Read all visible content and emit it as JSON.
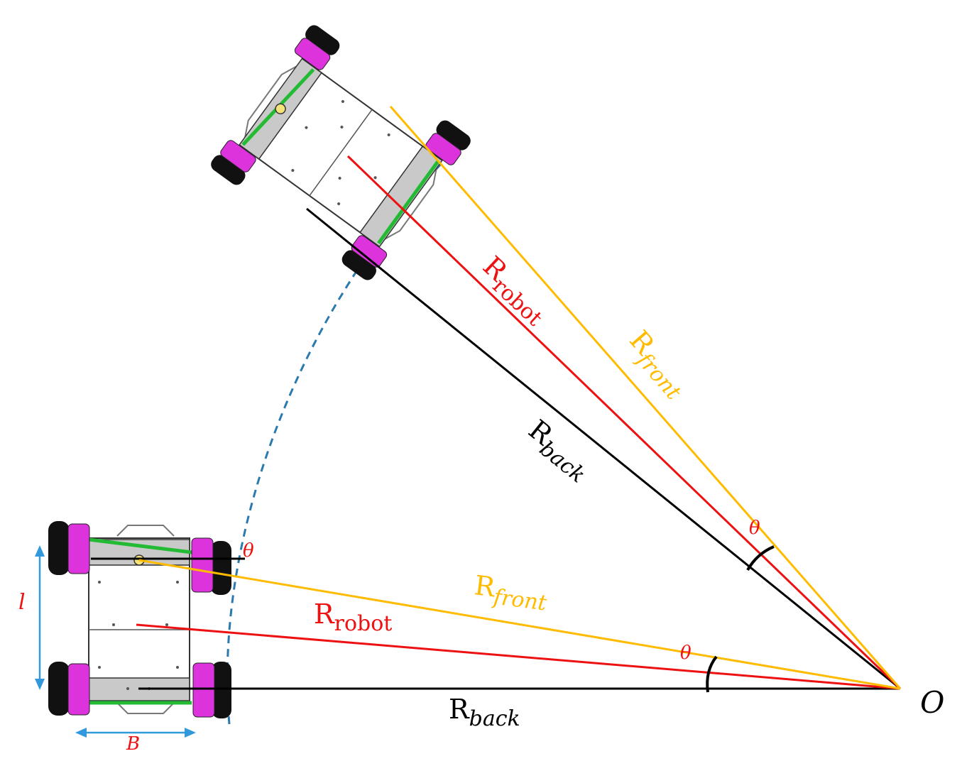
{
  "colors": {
    "back": "#000000",
    "robot": "#ee1111",
    "front": "#ffbb00",
    "arc": "#2a7ab0",
    "dimension": "#3399dd",
    "wheel_hub": "#dd33dd",
    "wheel_tire": "#111111",
    "frame_green": "#22bb33",
    "chassis_gray": "#c9c9c9"
  },
  "labels": {
    "top": {
      "robot": {
        "main": "R",
        "sub": "robot"
      },
      "front": {
        "main": "R",
        "sub": "front"
      },
      "back": {
        "main": "R",
        "sub": "back"
      },
      "theta": "θ"
    },
    "bottom": {
      "robot": {
        "main": "R",
        "sub": "robot"
      },
      "front": {
        "main": "R",
        "sub": "front"
      },
      "back": {
        "main": "R",
        "sub": "back"
      },
      "theta_angle": "θ",
      "theta_wheel": "θ"
    },
    "dim_l": "l",
    "dim_B": "B",
    "origin": "O"
  }
}
